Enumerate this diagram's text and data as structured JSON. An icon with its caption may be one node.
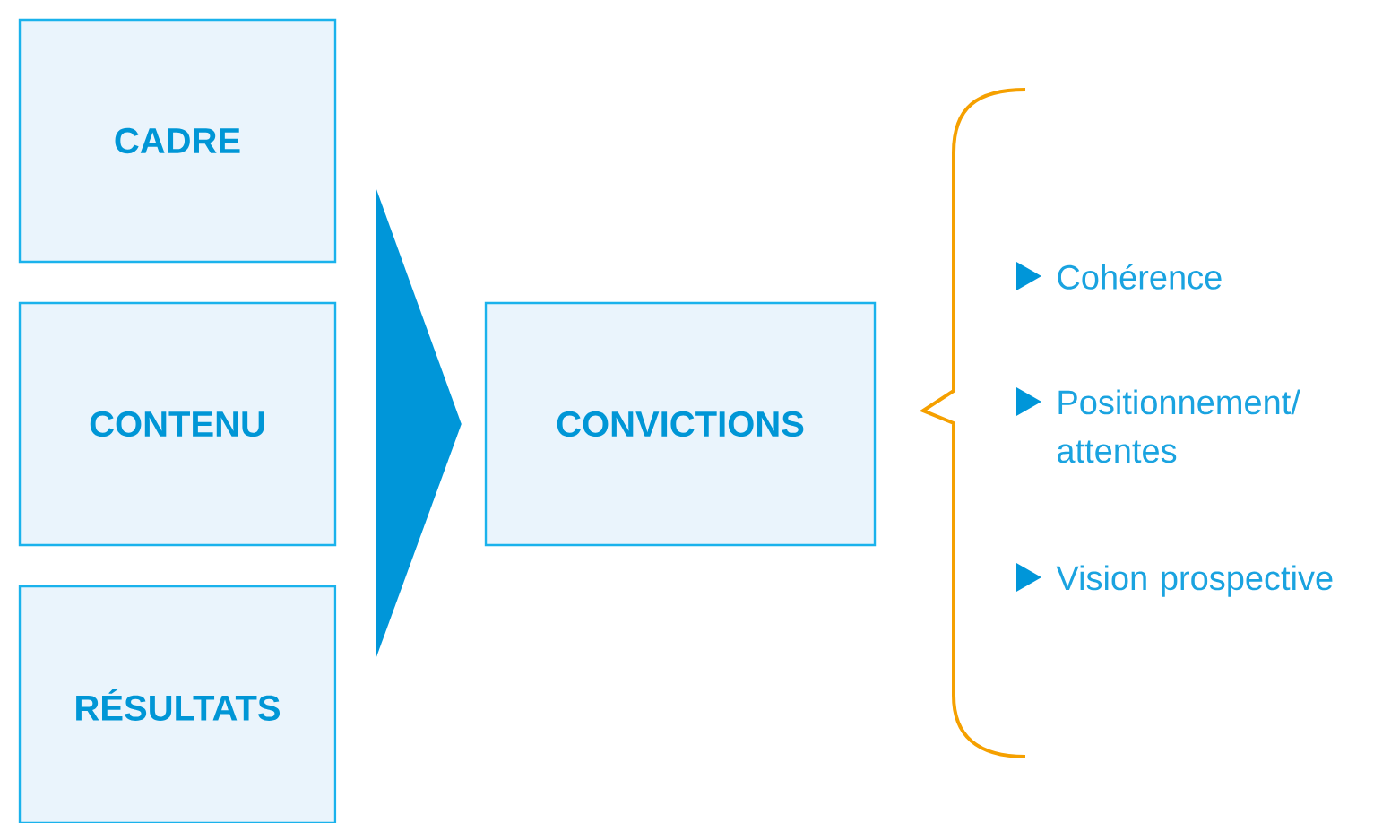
{
  "diagram": {
    "nodes": [
      {
        "text": [
          "CADRE"
        ]
      },
      {
        "text": [
          "CONTENU"
        ]
      },
      {
        "text": [
          "RÉSULTATS"
        ]
      },
      {
        "text": [
          "CONVICTIONS"
        ]
      }
    ],
    "edges": [
      {
        "from": 1,
        "to": 3,
        "arrow": "to"
      }
    ],
    "labels": [
      "Cohérence",
      "Positionnement/ attentes",
      "Vision prospective"
    ]
  }
}
